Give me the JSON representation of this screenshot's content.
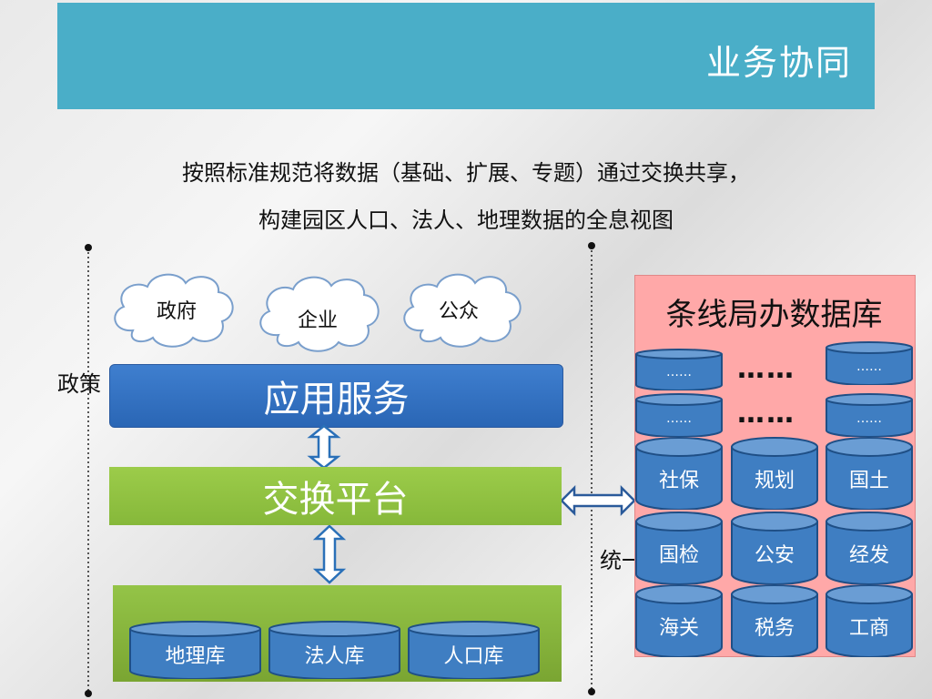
{
  "header": {
    "title": "业务协同"
  },
  "description": {
    "line1": "按照标准规范将数据（基础、扩展、专题）通过交换共享，",
    "line2": "构建园区人口、法人、地理数据的全息视图"
  },
  "clouds": [
    "政府",
    "企业",
    "公众"
  ],
  "side_labels": {
    "left": "政策",
    "right": "统一"
  },
  "layers": {
    "application": "应用服务",
    "exchange": "交换平台"
  },
  "core_databases": [
    "地理库",
    "法人库",
    "人口库"
  ],
  "bureau_panel": {
    "title": "条线局办数据库",
    "ellipsis_cylinder": "……",
    "ellipsis_big": "……",
    "databases": [
      "社保",
      "规划",
      "国土",
      "国检",
      "公安",
      "经发",
      "海关",
      "税务",
      "工商"
    ]
  },
  "colors": {
    "banner": "#4aaec8",
    "application_layer": "#2f6fc2",
    "exchange_layer": "#8fc140",
    "bureau_panel": "#ffa8a8",
    "cylinder": "#3f7ec2"
  }
}
